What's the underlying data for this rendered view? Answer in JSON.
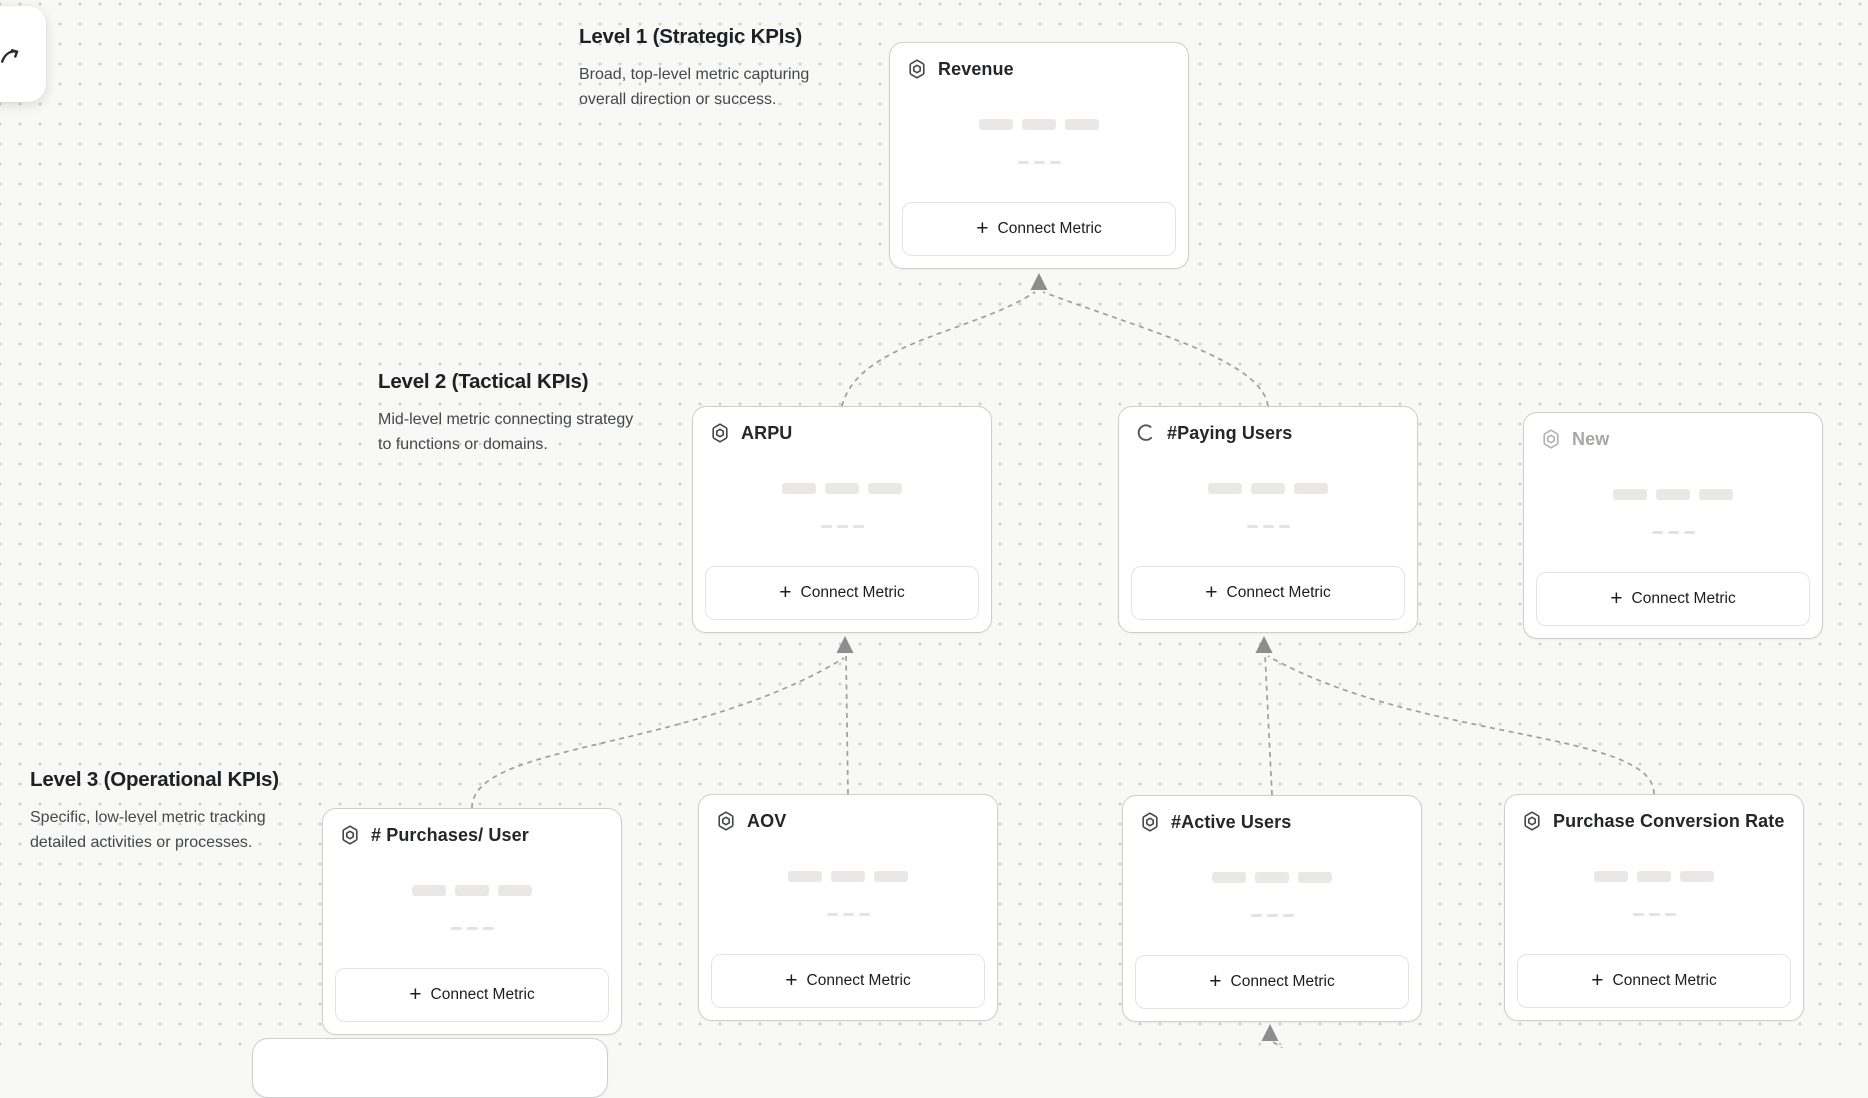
{
  "sections": [
    {
      "title": "Level 1 (Strategic KPIs)",
      "description": "Broad, top-level metric capturing overall direction or success."
    },
    {
      "title": "Level 2 (Tactical KPIs)",
      "description": "Mid-level metric connecting strategy to functions or domains."
    },
    {
      "title": "Level 3 (Operational KPIs)",
      "description": "Specific, low-level metric tracking detailed activities or processes."
    }
  ],
  "cards": [
    {
      "title": "Revenue",
      "icon": "hexagon-metric-icon",
      "muted": false
    },
    {
      "title": "ARPU",
      "icon": "hexagon-metric-icon",
      "muted": false
    },
    {
      "title": "#Paying Users",
      "icon": "spinner-loading-icon",
      "muted": false
    },
    {
      "title": "New",
      "icon": "hexagon-metric-icon-muted",
      "muted": true
    },
    {
      "title": "# Purchases/ User",
      "icon": "hexagon-metric-icon",
      "muted": false
    },
    {
      "title": "AOV",
      "icon": "hexagon-metric-icon",
      "muted": false
    },
    {
      "title": "#Active Users",
      "icon": "hexagon-metric-icon",
      "muted": false
    },
    {
      "title": "Purchase Conversion Rate",
      "icon": "hexagon-metric-icon",
      "muted": false
    }
  ],
  "ui": {
    "connect_metric_label": "Connect Metric",
    "plus_glyph": "+"
  },
  "colors": {
    "canvas_bg": "#f8f8f6",
    "dot": "#d2d0cd",
    "connector": "#9e9e9c",
    "arrowhead": "#8d8d8f",
    "card_border": "#cfcecb",
    "card_title": "#25262b",
    "muted_title": "#a7a7a5",
    "section_title": "#1e2025",
    "section_description": "#44474d",
    "skeleton": "#e9e8e5"
  }
}
